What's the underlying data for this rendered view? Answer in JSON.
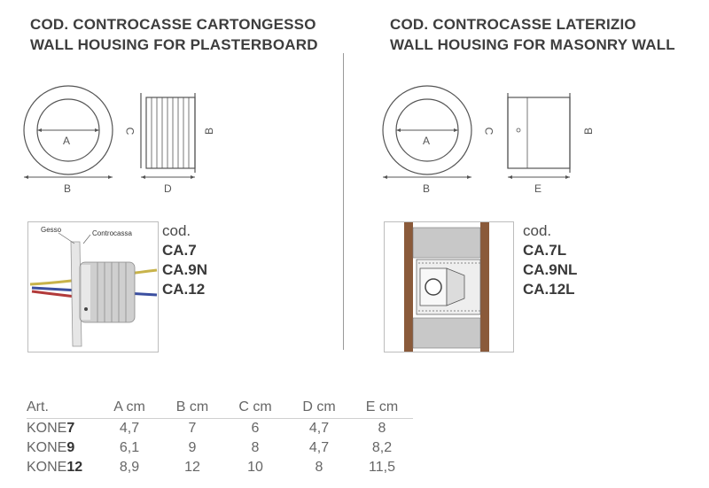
{
  "left": {
    "heading_it": "COD. CONTROCASSE CARTONGESSO",
    "heading_en": "WALL HOUSING FOR PLASTERBOARD",
    "dims": {
      "a": "A",
      "b": "B",
      "c": "C",
      "b_side": "B",
      "d": "D"
    },
    "photo_labels": {
      "gesso": "Gesso",
      "controcassa": "Controcassa"
    },
    "codes_label": "cod.",
    "codes": [
      "CA.7",
      "CA.9N",
      "CA.12"
    ]
  },
  "right": {
    "heading_it": "COD. CONTROCASSE LATERIZIO",
    "heading_en": "WALL HOUSING FOR MASONRY WALL",
    "dims": {
      "a": "A",
      "b": "B",
      "c": "C",
      "b_side": "B",
      "e": "E"
    },
    "codes_label": "cod.",
    "codes": [
      "CA.7L",
      "CA.9NL",
      "CA.12L"
    ]
  },
  "table": {
    "headers": [
      "Art.",
      "A cm",
      "B cm",
      "C cm",
      "D cm",
      "E cm"
    ],
    "rows": [
      {
        "prefix": "KONE",
        "num": "7",
        "values": [
          "4,7",
          "7",
          "6",
          "4,7",
          "8"
        ]
      },
      {
        "prefix": "KONE",
        "num": "9",
        "values": [
          "6,1",
          "9",
          "8",
          "4,7",
          "8,2"
        ]
      },
      {
        "prefix": "KONE",
        "num": "12",
        "values": [
          "8,9",
          "12",
          "10",
          "8",
          "11,5"
        ]
      }
    ]
  },
  "colors": {
    "text": "#3a3a3a",
    "line": "#555555",
    "brick": "#8a5a3a",
    "concrete": "#c8c8c8"
  }
}
